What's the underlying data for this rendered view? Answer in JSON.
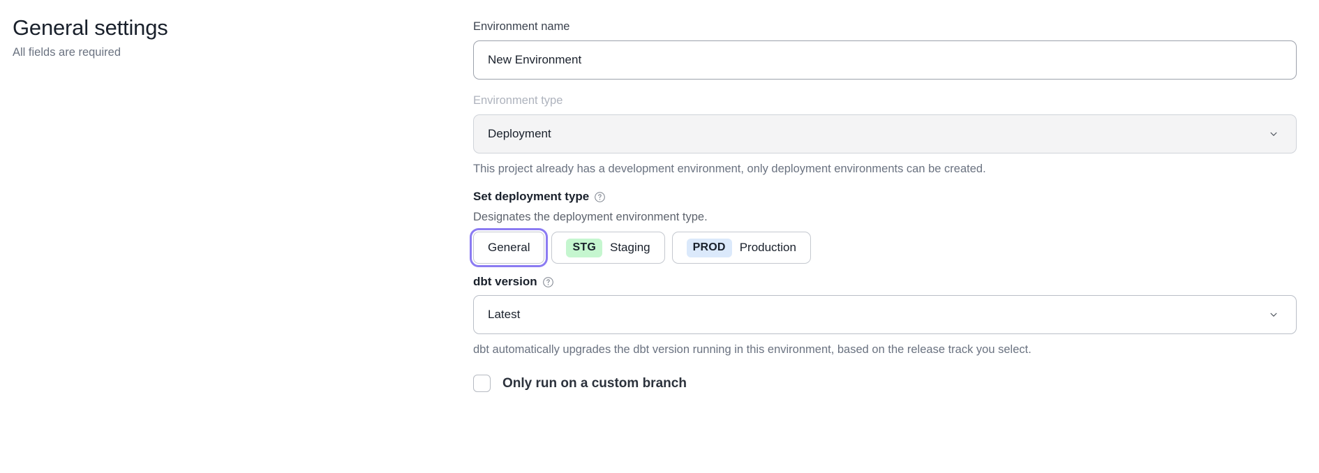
{
  "left": {
    "title": "General settings",
    "subtitle": "All fields are required"
  },
  "form": {
    "environment_name": {
      "label": "Environment name",
      "value": "New Environment",
      "placeholder": "Environment name"
    },
    "environment_type": {
      "label": "Environment type",
      "value": "Deployment",
      "disabled": true,
      "help": "This project already has a development environment, only deployment environments can be created.",
      "chevron_icon": "chevron-down-icon"
    },
    "deployment_type": {
      "heading": "Set deployment type",
      "help_icon": "question-circle-icon",
      "description": "Designates the deployment environment type.",
      "options": [
        {
          "label": "General",
          "badge": "",
          "badge_color": "",
          "selected": true
        },
        {
          "label": "Staging",
          "badge": "STG",
          "badge_color": "#c5f6cf",
          "selected": false
        },
        {
          "label": "Production",
          "badge": "PROD",
          "badge_color": "#dbe9fb",
          "selected": false
        }
      ]
    },
    "dbt_version": {
      "label": "dbt version",
      "help_icon": "question-circle-icon",
      "value": "Latest",
      "chevron_icon": "chevron-down-icon",
      "help": "dbt automatically upgrades the dbt version running in this environment, based on the release track you select."
    },
    "custom_branch": {
      "label": "Only run on a custom branch",
      "checked": false
    }
  },
  "colors": {
    "focus_ring": "#8b7bf2",
    "stg_badge": "#c5f6cf",
    "prod_badge": "#dbe9fb",
    "muted_text": "#6a7280"
  }
}
